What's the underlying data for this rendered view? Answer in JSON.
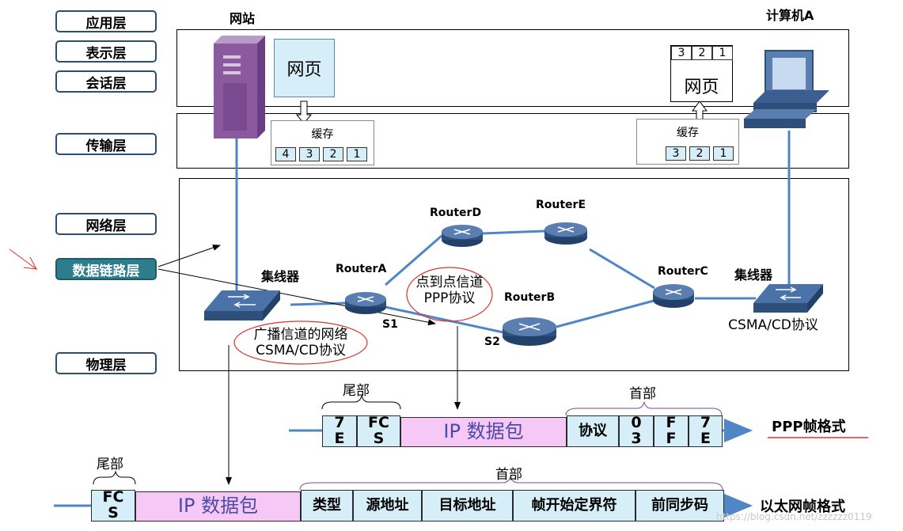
{
  "layers": {
    "application": "应用层",
    "presentation": "表示层",
    "session": "会话层",
    "transport": "传输层",
    "network": "网络层",
    "datalink": "数据链路层",
    "physical": "物理层"
  },
  "website": {
    "title": "网站",
    "page": "网页",
    "cache": "缓存",
    "segments": [
      "4",
      "3",
      "2",
      "1"
    ]
  },
  "computer": {
    "title": "计算机A",
    "page": "网页",
    "top_segments": [
      "3",
      "2",
      "1"
    ],
    "cache": "缓存",
    "segments": [
      "3",
      "2",
      "1"
    ]
  },
  "network_devices": {
    "hub_left": "集线器",
    "hub_right": "集线器",
    "routerA": "RouterA",
    "routerB": "RouterB",
    "routerC": "RouterC",
    "routerD": "RouterD",
    "routerE": "RouterE",
    "s1": "S1",
    "s2": "S2"
  },
  "annotations": {
    "broadcast": "广播信道的网络\nCSMA/CD协议",
    "p2p": "点到点信道\nPPP协议",
    "csma_right": "CSMA/CD协议"
  },
  "ppp_frame": {
    "tail_label": "尾部",
    "head_label": "首部",
    "cells": [
      "7\nE",
      "FC\nS",
      "IP 数据包",
      "协议",
      "0\n3",
      "F\nF",
      "7\nE"
    ],
    "format_label": "PPP帧格式"
  },
  "eth_frame": {
    "tail_label": "尾部",
    "head_label": "首部",
    "cells": [
      "FC\nS",
      "IP 数据包",
      "类型",
      "源地址",
      "目标地址",
      "帧开始定界符",
      "前同步码"
    ],
    "format_label": "以太网帧格式"
  },
  "watermark": "https://blog.csdn.net/zzzzzz0119",
  "colors": {
    "accent": "#2e7d8c",
    "line": "#4f86c6",
    "router": "#2d4f7a",
    "ip_fill": "#f5c8f5",
    "cell_fill": "#d6eef8"
  }
}
